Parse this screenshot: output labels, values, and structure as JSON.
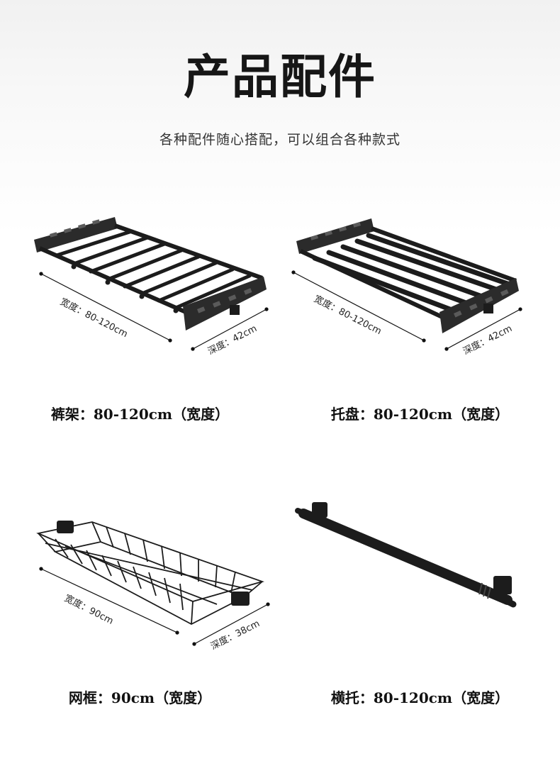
{
  "header": {
    "title": "产品配件",
    "subtitle": "各种配件随心搭配，可以组合各种款式"
  },
  "products": [
    {
      "caption": "裤架：80-120cm（宽度）",
      "width_label": "宽度：80-120cm",
      "depth_label": "深度：42cm",
      "icon": "trouser-rack-icon"
    },
    {
      "caption": "托盘：80-120cm（宽度）",
      "width_label": "宽度：80-120cm",
      "depth_label": "深度：42cm",
      "icon": "tray-rack-icon"
    },
    {
      "caption": "网框：90cm（宽度）",
      "width_label": "宽度：90cm",
      "depth_label": "深度：38cm",
      "icon": "wire-basket-icon"
    },
    {
      "caption": "横托：80-120cm（宽度）",
      "icon": "hanging-rod-icon"
    }
  ]
}
